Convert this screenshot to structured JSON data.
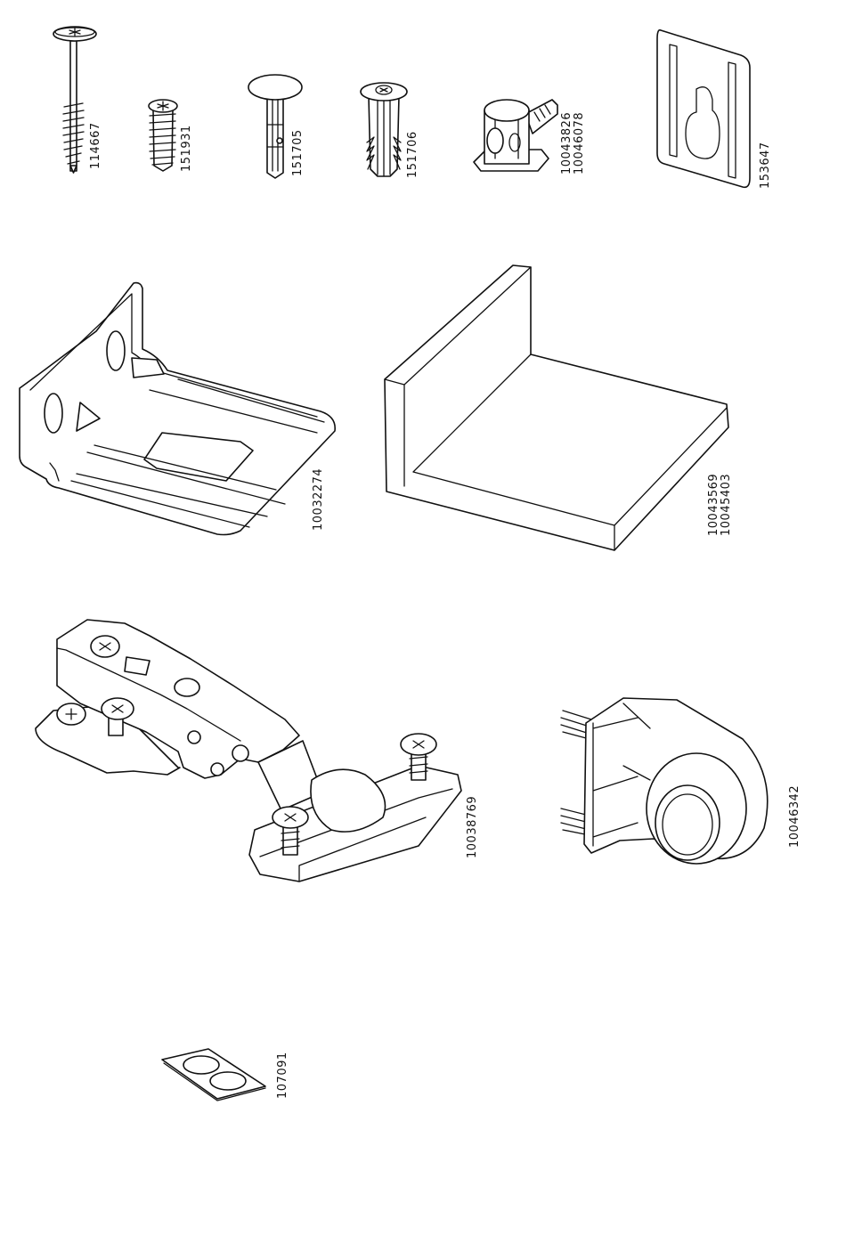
{
  "parts": [
    {
      "key": "screw_long",
      "numbers": [
        "114667"
      ]
    },
    {
      "key": "screw_short",
      "numbers": [
        "151931"
      ]
    },
    {
      "key": "dowel",
      "numbers": [
        "151705"
      ]
    },
    {
      "key": "wall_plug",
      "numbers": [
        "151706"
      ]
    },
    {
      "key": "cam_connector",
      "numbers": [
        "10043826",
        "10046078"
      ]
    },
    {
      "key": "keyhole_plate",
      "numbers": [
        "153647"
      ]
    },
    {
      "key": "shelf_bracket",
      "numbers": [
        "10032274"
      ]
    },
    {
      "key": "angle_profile",
      "numbers": [
        "10043569",
        "10045403"
      ]
    },
    {
      "key": "hinge",
      "numbers": [
        "10038769"
      ]
    },
    {
      "key": "ring_fitting",
      "numbers": [
        "10046342"
      ]
    },
    {
      "key": "bumper_pads",
      "numbers": [
        "107091"
      ]
    }
  ]
}
